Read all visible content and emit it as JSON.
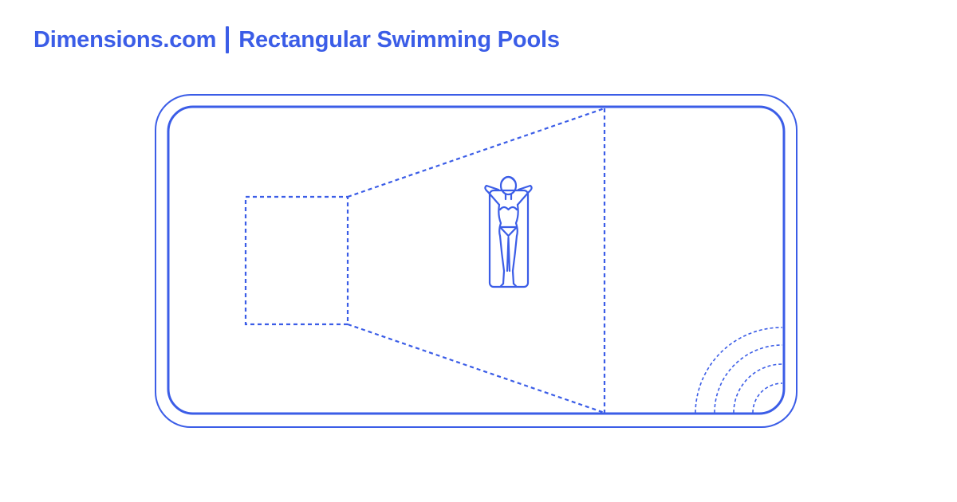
{
  "header": {
    "site": "Dimensions.com",
    "title": "Rectangular Swimming Pools"
  },
  "colors": {
    "accent": "#3b5de7",
    "background": "#ffffff"
  },
  "diagram": {
    "elements": [
      "pool-coping-outline",
      "pool-water-edge",
      "shallow-end-step-area",
      "sloped-floor-transition",
      "deep-end-break-line",
      "corner-entry-steps",
      "person-on-float-icon"
    ]
  }
}
